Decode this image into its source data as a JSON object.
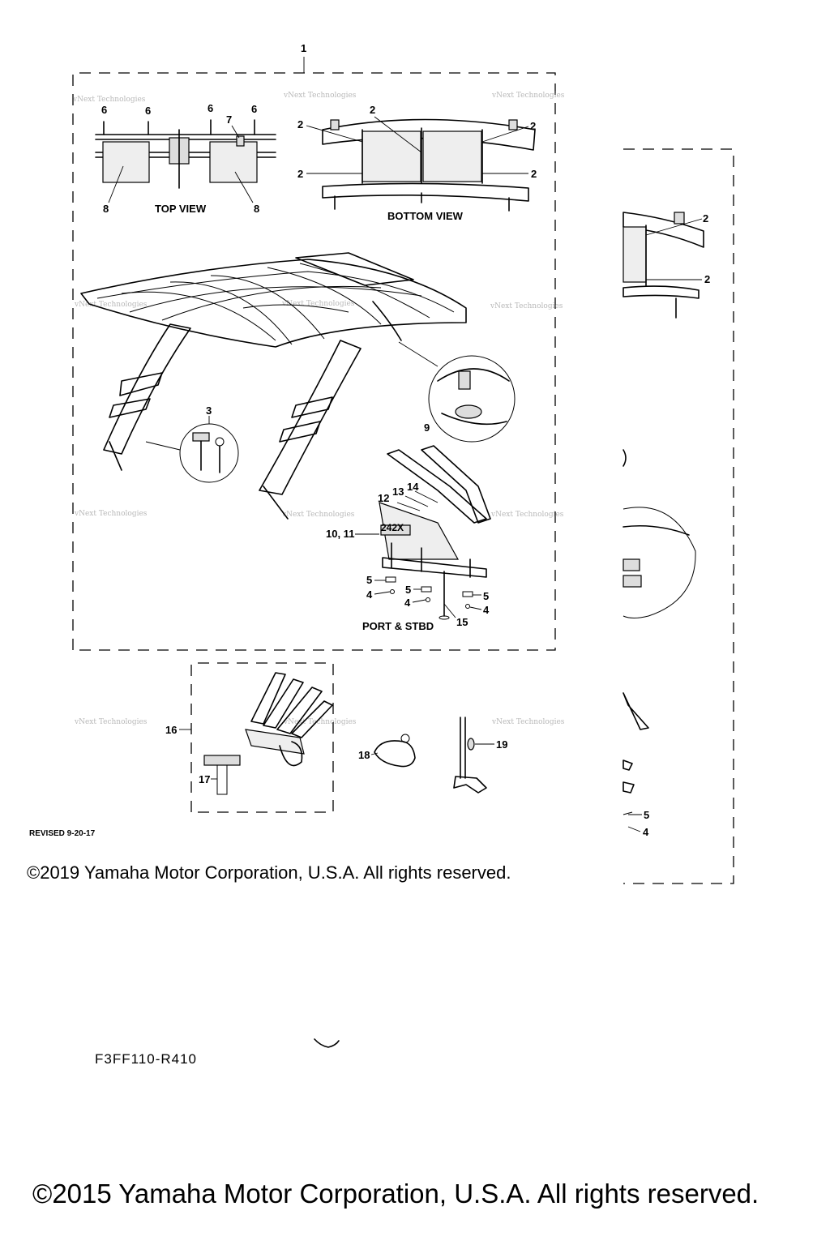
{
  "callouts": {
    "c1": "1",
    "c2": "2",
    "c3": "3",
    "c4": "4",
    "c5": "5",
    "c6": "6",
    "c7": "7",
    "c8": "8",
    "c9": "9",
    "c10_11": "10, 11",
    "c12": "12",
    "c13": "13",
    "c14": "14",
    "c15": "15",
    "c16": "16",
    "c17": "17",
    "c18": "18",
    "c19": "19"
  },
  "view_labels": {
    "top_view": "TOP VIEW",
    "bottom_view": "BOTTOM VIEW",
    "port_stbd": "PORT & STBD"
  },
  "badge_text": "242X",
  "watermark": "vNext Technologies",
  "revised": "REVISED 9-20-17",
  "copyright_2019": "©2019 Yamaha Motor Corporation, U.S.A. All rights reserved.",
  "diagram_code": "F3FF110-R410",
  "copyright_2015": "©2015 Yamaha Motor Corporation, U.S.A. All rights reserved."
}
